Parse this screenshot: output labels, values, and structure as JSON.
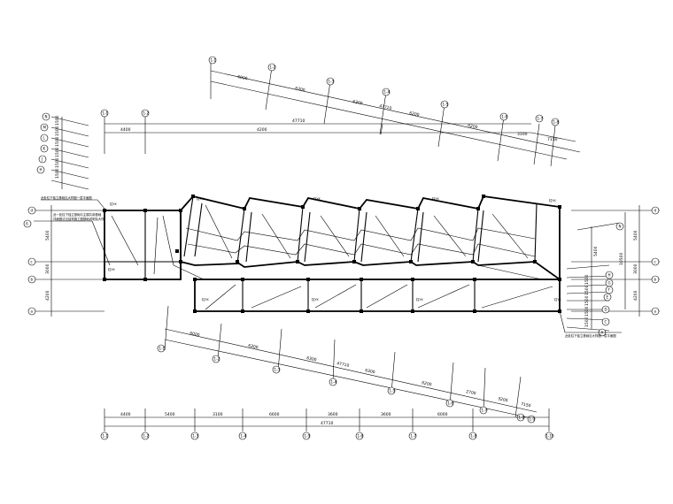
{
  "top_axis_labels": [
    "1-1",
    "1-2",
    "1-3",
    "1-4",
    "1-5",
    "1-6",
    "1-7",
    "1-8",
    "1-9"
  ],
  "bottom_axis_labels": [
    "1-1",
    "1-2",
    "1-3",
    "1-4",
    "1-5",
    "1-6",
    "1-7",
    "1-8",
    "1-9",
    "1-10"
  ],
  "left_grid_labels": [
    "d",
    "c",
    "b",
    "a"
  ],
  "left_skew_labels": [
    "N",
    "M",
    "L",
    "K",
    "J",
    "H",
    "G"
  ],
  "right_grid_labels": [
    "d",
    "c",
    "b",
    "a"
  ],
  "right_skew_labels": [
    "N",
    "H",
    "G",
    "F",
    "E",
    "D",
    "C",
    "B",
    "A"
  ],
  "left_skew_A": "A",
  "top_chain_dims": [
    "4400",
    "4200"
  ],
  "top_total": "47710",
  "top_right_dims": [
    "3100",
    "7150"
  ],
  "top_skew_dims": [
    "6000",
    "6300",
    "6300",
    "6200",
    "6200"
  ],
  "top_skew_total": "47710",
  "bottom_dims": [
    "4400",
    "5400",
    "3100",
    "6600",
    "3600",
    "3600",
    "6000"
  ],
  "bottom_total": "47710",
  "bottom_skew_dims": [
    "6000",
    "6300",
    "6300",
    "6300",
    "6200",
    "2700",
    "3200",
    "7150"
  ],
  "bottom_skew_total": "47710",
  "left_dims_vert": [
    "5400",
    "3000",
    "4200"
  ],
  "left_total_vert": "10500",
  "right_dims_vert": [
    "5400",
    "3000",
    "4200"
  ],
  "right_total_vert": "10500",
  "left_skew_dims": [
    "1500",
    "1500",
    "1500",
    "1500",
    "1500",
    "1500"
  ],
  "right_skew_dims": [
    "5400",
    "1500",
    "1500",
    "1500",
    "1500",
    "1500",
    "1500",
    "1500"
  ],
  "col_tags": [
    "柱YK",
    "柱YK",
    "柱YK",
    "柱YK",
    "柱YK",
    "柱YK",
    "柱YK",
    "柱YK",
    "柱YK",
    "柱YK"
  ],
  "note_left": "此处柱下独立基础见大样图一层平面图",
  "note_left2": "此一处柱下独立基础与主楼共用基础",
  "note_left3": "详细做法见结构施工图基础说明及大样",
  "note_right": "此处柱下独立基础见大样图一层平面图"
}
